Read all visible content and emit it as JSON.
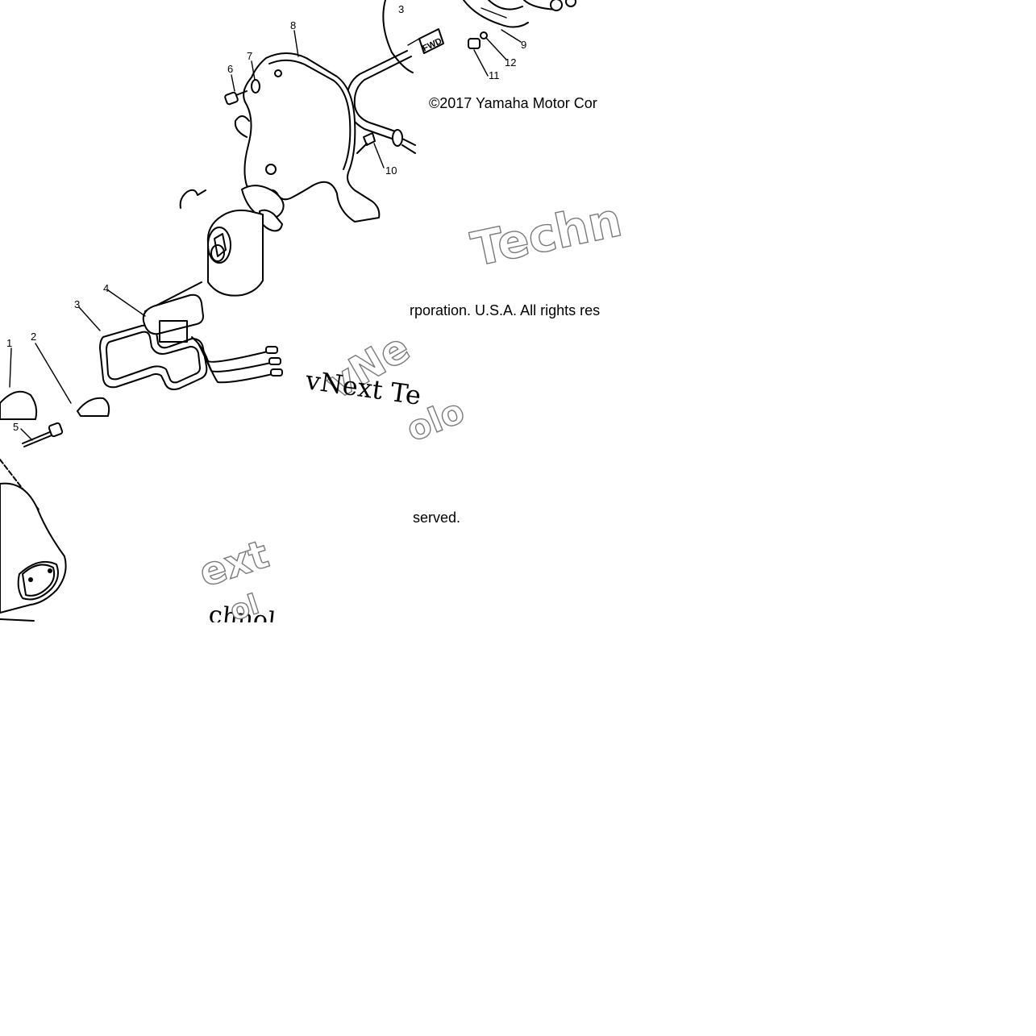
{
  "copyright": {
    "line1": "©2017 Yamaha Motor Cor",
    "line2": "rporation. U.S.A. All rights res",
    "line3": "served."
  },
  "watermarks": {
    "techn": "Techn",
    "vne": "vNe",
    "vnext_te": "vNext Te",
    "olo": "olo",
    "ext": "ext",
    "chnol": "chnol",
    "ol": "ol"
  },
  "callouts": [
    "1",
    "2",
    "3",
    "4",
    "5",
    "6",
    "7",
    "8",
    "9",
    "10",
    "11",
    "12",
    "3"
  ],
  "decal_text": "FWD"
}
